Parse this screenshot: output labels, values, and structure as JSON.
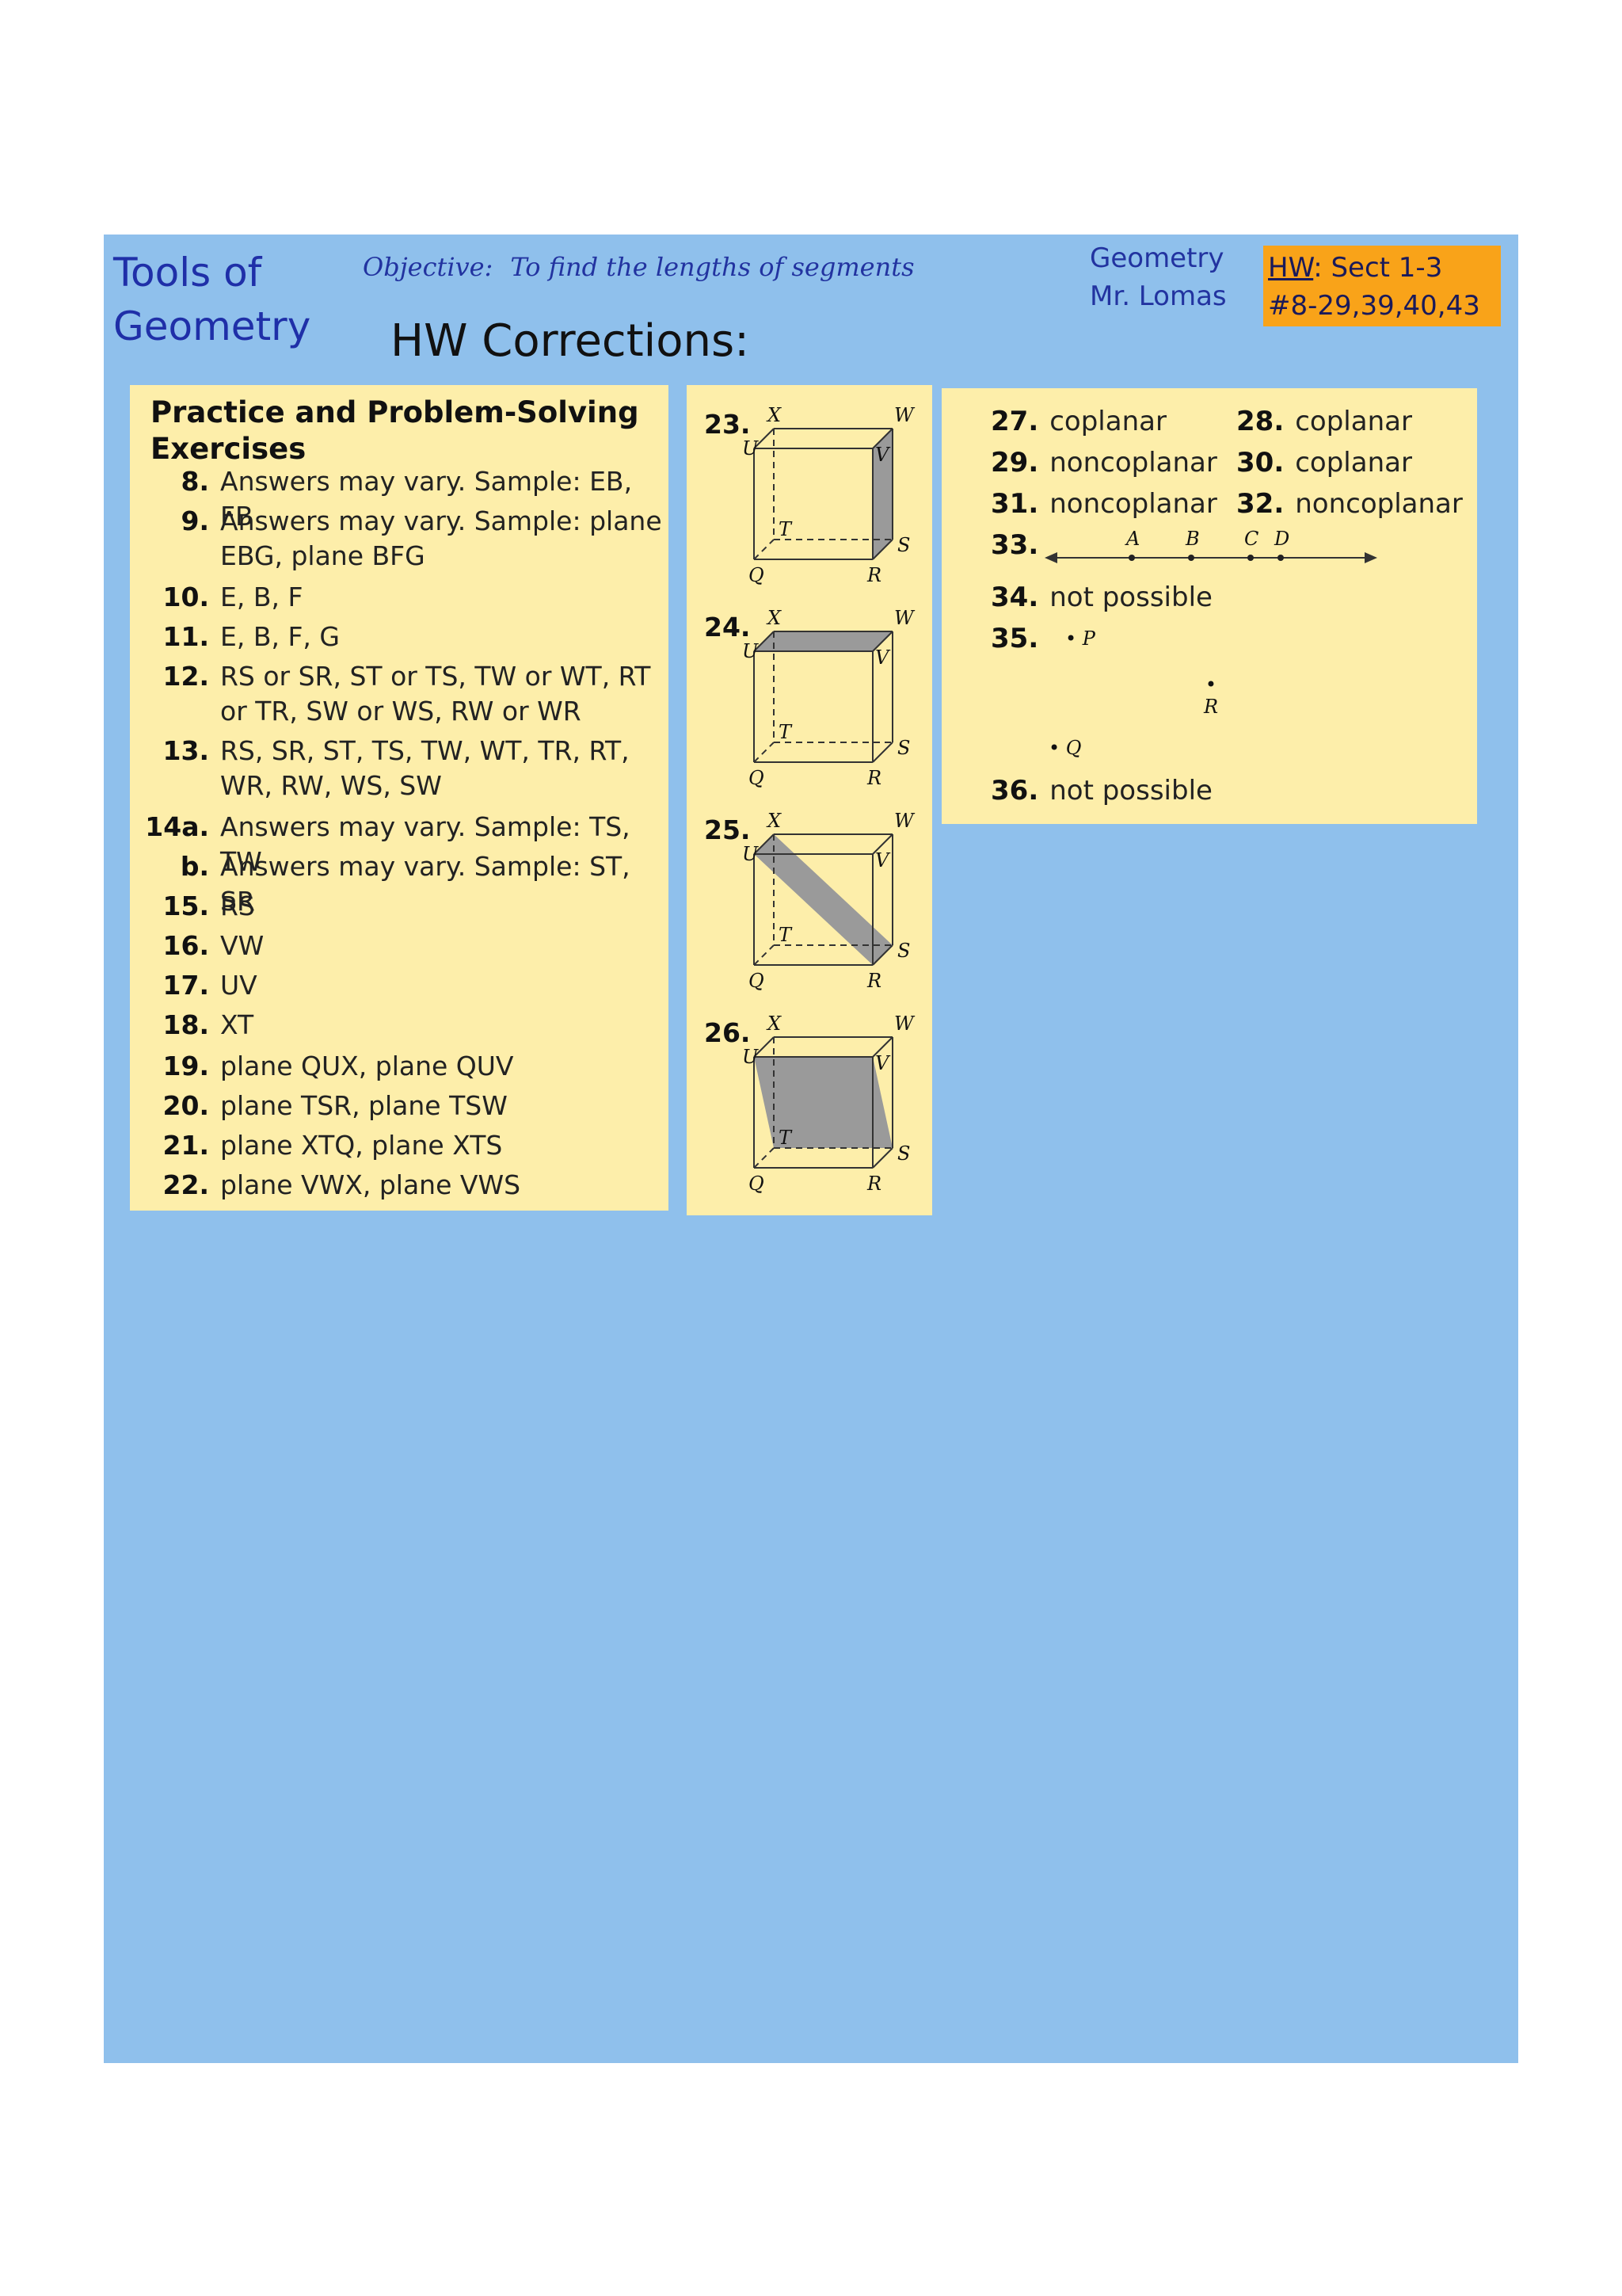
{
  "header": {
    "title_line1": "Tools of",
    "title_line2": "Geometry",
    "objective_label": "Objective:",
    "objective_text": "To find the lengths of segments",
    "course": "Geometry",
    "teacher": "Mr. Lomas",
    "hw_label": "HW",
    "hw_rest": ": Sect 1-3",
    "hw_problems": "#8-29,39,40,43",
    "corrections_title": "HW Corrections:"
  },
  "colors": {
    "background": "#8fc0ec",
    "panel": "#fdeeaa",
    "hw_box": "#f9a319",
    "title": "#1f2fa8"
  },
  "left_panel": {
    "heading_line1": "Practice and Problem-Solving",
    "heading_line2": "Exercises",
    "answers": [
      {
        "num": "8.",
        "text": "Answers may vary. Sample: EB, FB"
      },
      {
        "num": "9.",
        "text": "Answers may vary. Sample: plane",
        "text2": "EBG, plane BFG"
      },
      {
        "num": "10.",
        "text": "E, B, F"
      },
      {
        "num": "11.",
        "text": "E, B, F, G"
      },
      {
        "num": "12.",
        "text": "RS or SR, ST or TS, TW or WT, RT",
        "text2": "or TR, SW or WS, RW or WR"
      },
      {
        "num": "13.",
        "text": "RS, SR, ST, TS, TW, WT, TR, RT,",
        "text2": "WR, RW, WS, SW"
      },
      {
        "num": "14a.",
        "text": "Answers may vary. Sample: TS, TW"
      },
      {
        "num": "b.",
        "text": "Answers may vary. Sample: ST, SR"
      },
      {
        "num": "15.",
        "text": "RS"
      },
      {
        "num": "16.",
        "text": "VW"
      },
      {
        "num": "17.",
        "text": "UV"
      },
      {
        "num": "18.",
        "text": "XT"
      },
      {
        "num": "19.",
        "text": "plane QUX, plane QUV"
      },
      {
        "num": "20.",
        "text": "plane TSR, plane TSW"
      },
      {
        "num": "21.",
        "text": "plane XTQ, plane XTS"
      },
      {
        "num": "22.",
        "text": "plane VWX, plane VWS"
      }
    ]
  },
  "middle_panel": {
    "figures": [
      {
        "num": "23.",
        "shaded": "right-face"
      },
      {
        "num": "24.",
        "shaded": "top-face"
      },
      {
        "num": "25.",
        "shaded": "diagonal-plane"
      },
      {
        "num": "26.",
        "shaded": "inner-plane"
      }
    ],
    "vertex_labels": {
      "x": "X",
      "w": "W",
      "u": "U",
      "v": "V",
      "t": "T",
      "s": "S",
      "q": "Q",
      "r": "R"
    }
  },
  "right_panel": {
    "answers": [
      {
        "num": "27.",
        "text": "coplanar"
      },
      {
        "num": "28.",
        "text": "coplanar"
      },
      {
        "num": "29.",
        "text": "noncoplanar"
      },
      {
        "num": "30.",
        "text": "coplanar"
      },
      {
        "num": "31.",
        "text": "noncoplanar"
      },
      {
        "num": "32.",
        "text": "noncoplanar"
      },
      {
        "num": "33.",
        "text": ""
      },
      {
        "num": "34.",
        "text": "not possible"
      },
      {
        "num": "35.",
        "text": ""
      },
      {
        "num": "36.",
        "text": "not possible"
      }
    ],
    "line_points": [
      "A",
      "B",
      "C",
      "D"
    ],
    "scatter_points": [
      "P",
      "R",
      "Q"
    ]
  }
}
